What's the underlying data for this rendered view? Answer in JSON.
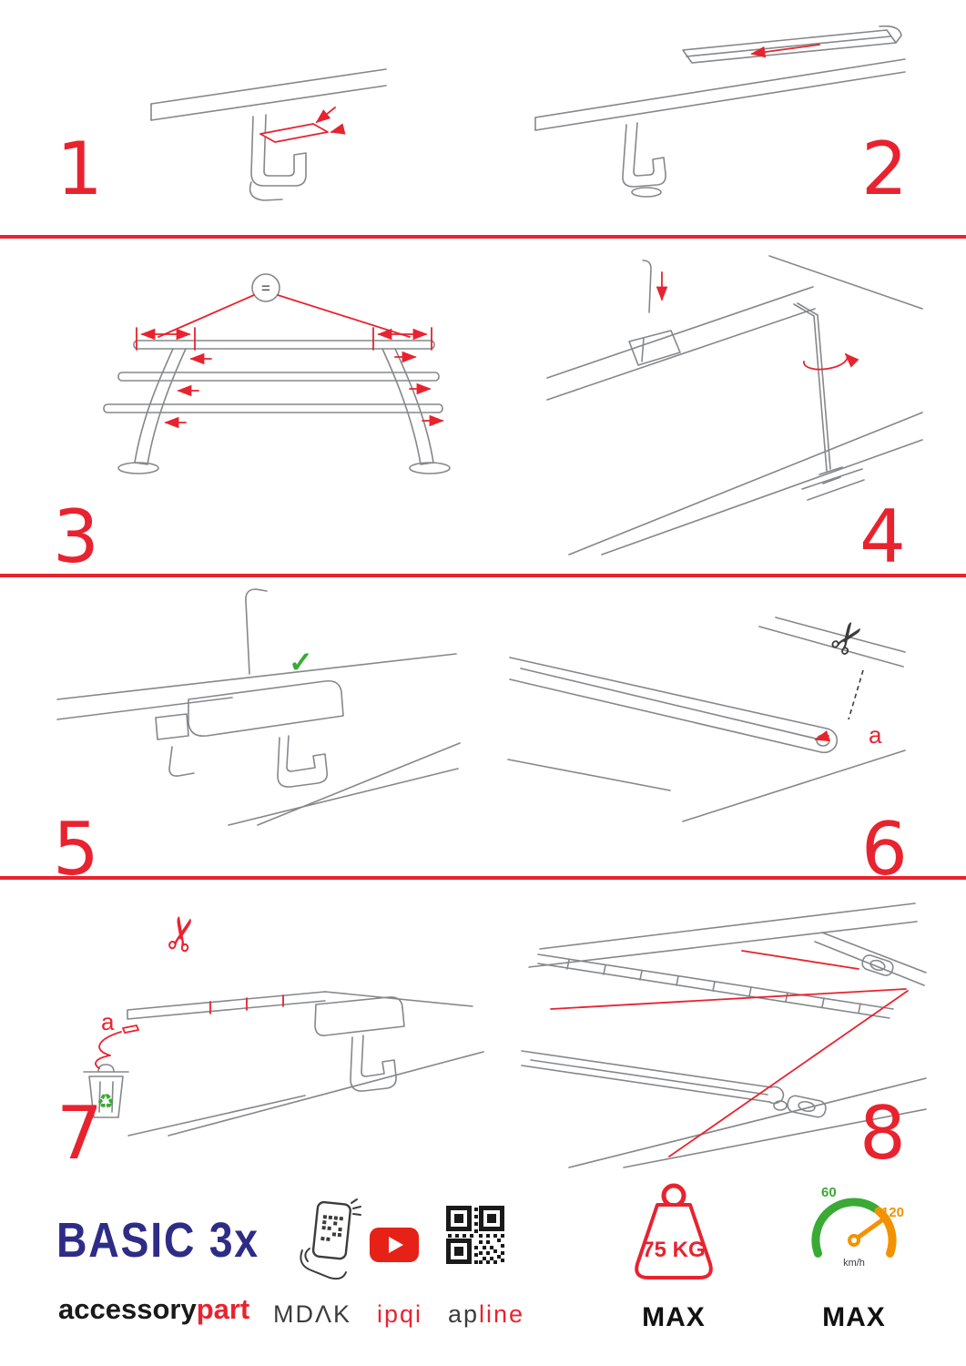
{
  "steps": [
    {
      "number": "1"
    },
    {
      "number": "2"
    },
    {
      "number": "3",
      "annotation": "="
    },
    {
      "number": "4"
    },
    {
      "number": "5"
    },
    {
      "number": "6",
      "annotation": "a"
    },
    {
      "number": "7",
      "annotation": "a"
    },
    {
      "number": "8"
    }
  ],
  "icons": {
    "scissors": "✂",
    "check": "✓",
    "recycle": "♻"
  },
  "footer": {
    "brand_title": "BASIC 3x",
    "brand_sub": {
      "black": "accessory",
      "red": "part"
    },
    "partner_phone_label": "MDΛK",
    "partner_youtube_label": "ipqi",
    "partner_qr_label": {
      "black": "ap",
      "red": "line"
    },
    "weight": {
      "value": "75 KG",
      "max": "MAX"
    },
    "speed": {
      "low": "60",
      "high": "120",
      "unit": "km/h",
      "max": "MAX"
    }
  },
  "colors": {
    "accent_red": "#e8232f",
    "brand_navy": "#2e2c86",
    "drawing_gray": "#85878a",
    "green": "#3aaa35",
    "orange": "#f39200",
    "youtube_red": "#e62117",
    "text_dark": "#3c3c3b"
  }
}
